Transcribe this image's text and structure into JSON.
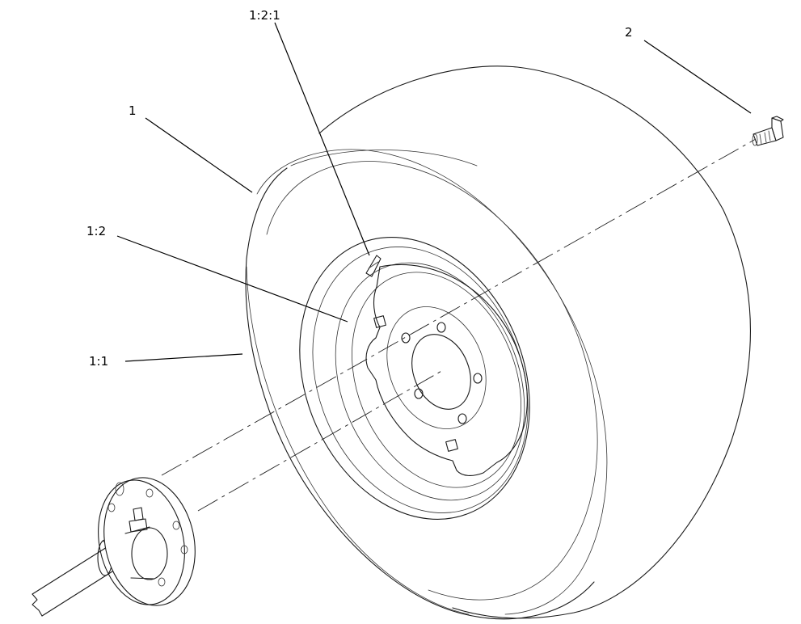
{
  "callouts": {
    "c1": "1",
    "c2": "2",
    "c11": "1:1",
    "c12": "1:2",
    "c121": "1:2:1"
  }
}
